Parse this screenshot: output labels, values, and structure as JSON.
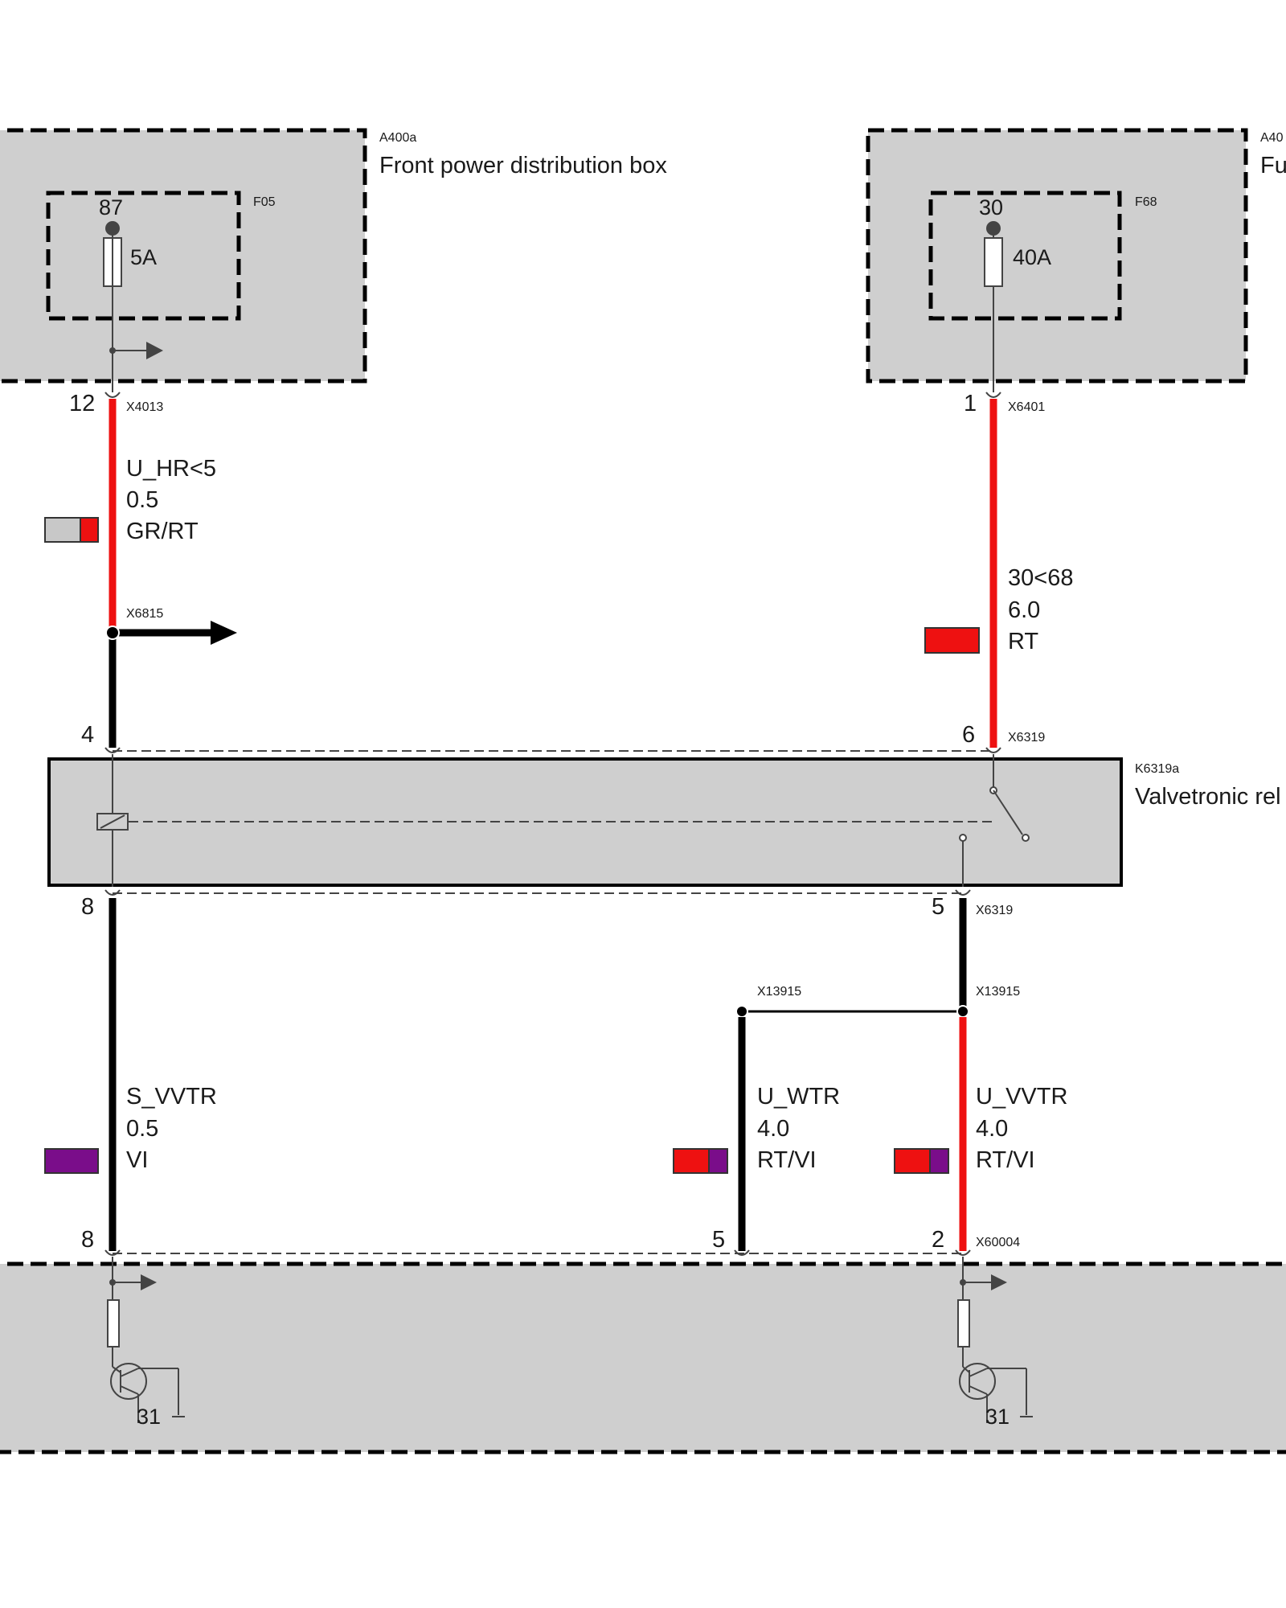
{
  "components": {
    "a400a": {
      "code": "A400a",
      "name": "Front power distribution box"
    },
    "a40x": {
      "code": "A40",
      "name": "Fu"
    },
    "f05": {
      "code": "F05",
      "pin": "87",
      "rating": "5A"
    },
    "f68": {
      "code": "F68",
      "pin": "30",
      "rating": "40A"
    },
    "k6319a": {
      "code": "K6319a",
      "name": "Valvetronic rel"
    }
  },
  "connectors": {
    "x4013": {
      "code": "X4013",
      "pin": "12"
    },
    "x6401": {
      "code": "X6401",
      "pin": "1"
    },
    "x6815": {
      "code": "X6815"
    },
    "x6319_top_left": {
      "pin": "4"
    },
    "x6319_top_right": {
      "code": "X6319",
      "pin": "6"
    },
    "x6319_bot_left": {
      "pin": "8"
    },
    "x6319_bot_right": {
      "code": "X6319",
      "pin": "5"
    },
    "x13915_left": {
      "code": "X13915"
    },
    "x13915_right": {
      "code": "X13915"
    },
    "x60004": {
      "code": "X60004",
      "pin_left": "8",
      "pin_mid": "5",
      "pin_right": "2"
    }
  },
  "wires": {
    "u_hr": {
      "signal": "U_HR<5",
      "size": "0.5",
      "color": "GR/RT"
    },
    "kl30": {
      "signal": "30<68",
      "size": "6.0",
      "color": "RT"
    },
    "s_vvtr": {
      "signal": "S_VVTR",
      "size": "0.5",
      "color": "VI"
    },
    "u_wtr": {
      "signal": "U_WTR",
      "size": "4.0",
      "color": "RT/VI"
    },
    "u_vvtr": {
      "signal": "U_VVTR",
      "size": "4.0",
      "color": "RT/VI"
    }
  },
  "ground": {
    "left": "31",
    "right": "31"
  },
  "colors": {
    "red": "#ee1111",
    "grey": "#c8c8c8",
    "violet": "#7a0d8a",
    "box_fill": "#cfcfcf"
  }
}
